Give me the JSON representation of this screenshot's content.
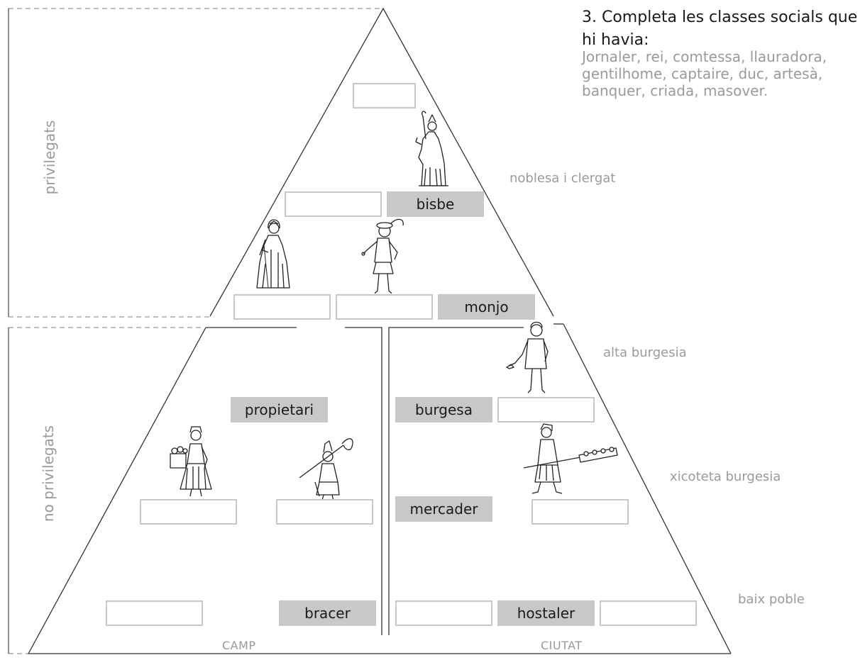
{
  "instructions": {
    "title_line1": "3. Completa les classes socials que",
    "title_line2": "hi havia:",
    "word_lines": [
      "Jornaler, rei, comtessa, llauradora,",
      "gentilhome, captaire, duc, artesà,",
      "banquer, criada, masover."
    ]
  },
  "left_labels": {
    "top": "privilegats",
    "bottom": "no privilegats"
  },
  "level_labels": [
    "noblesa i clergat",
    "alta burgesia",
    "xicoteta burgesia",
    "baix poble"
  ],
  "base_labels": {
    "left": "CAMP",
    "right": "CIUTAT"
  },
  "filled_labels": {
    "bisbe": "bisbe",
    "monjo": "monjo",
    "propietari": "propietari",
    "burgesa": "burgesa",
    "mercader": "mercader",
    "bracer": "bracer",
    "hostaler": "hostaler"
  },
  "figures": [
    "bishop-figure-icon",
    "lady-figure-icon",
    "nobleman-figure-icon",
    "bourgeois-man-figure-icon",
    "peasant-woman-figure-icon",
    "farmer-man-figure-icon",
    "baker-figure-icon"
  ],
  "colors": {
    "line": "#333333",
    "muted_text": "#9a9a9a",
    "box_border": "#c8c8c8",
    "box_fill": "#c8c8c8"
  }
}
